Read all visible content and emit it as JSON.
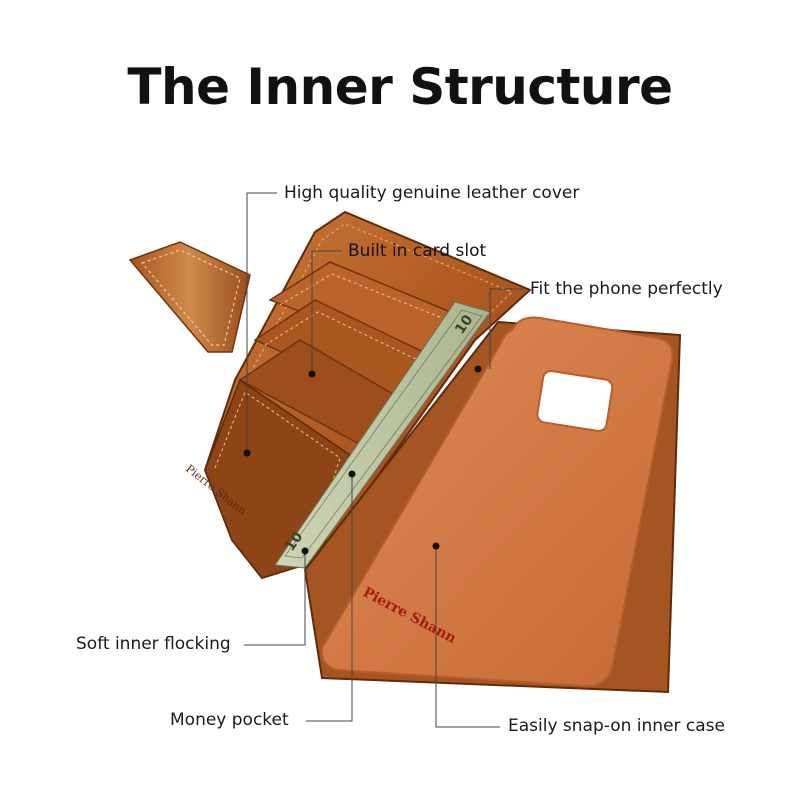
{
  "title": "The Inner Structure",
  "callouts": {
    "leather_cover": "High quality genuine leather cover",
    "card_slot": "Built in card slot",
    "fit_phone": "Fit the phone perfectly",
    "soft_flocking": "Soft inner flocking",
    "money_pocket": "Money pocket",
    "inner_case": "Easily snap-on inner case"
  },
  "brand_marks": {
    "case_logo": "Pierre Shann",
    "wallet_emboss": "Pierre Shann"
  },
  "colors": {
    "leather": "#b8642a",
    "leather_dark": "#7a3d14",
    "inner_case": "#d27a45",
    "leader_line": "#333333"
  }
}
